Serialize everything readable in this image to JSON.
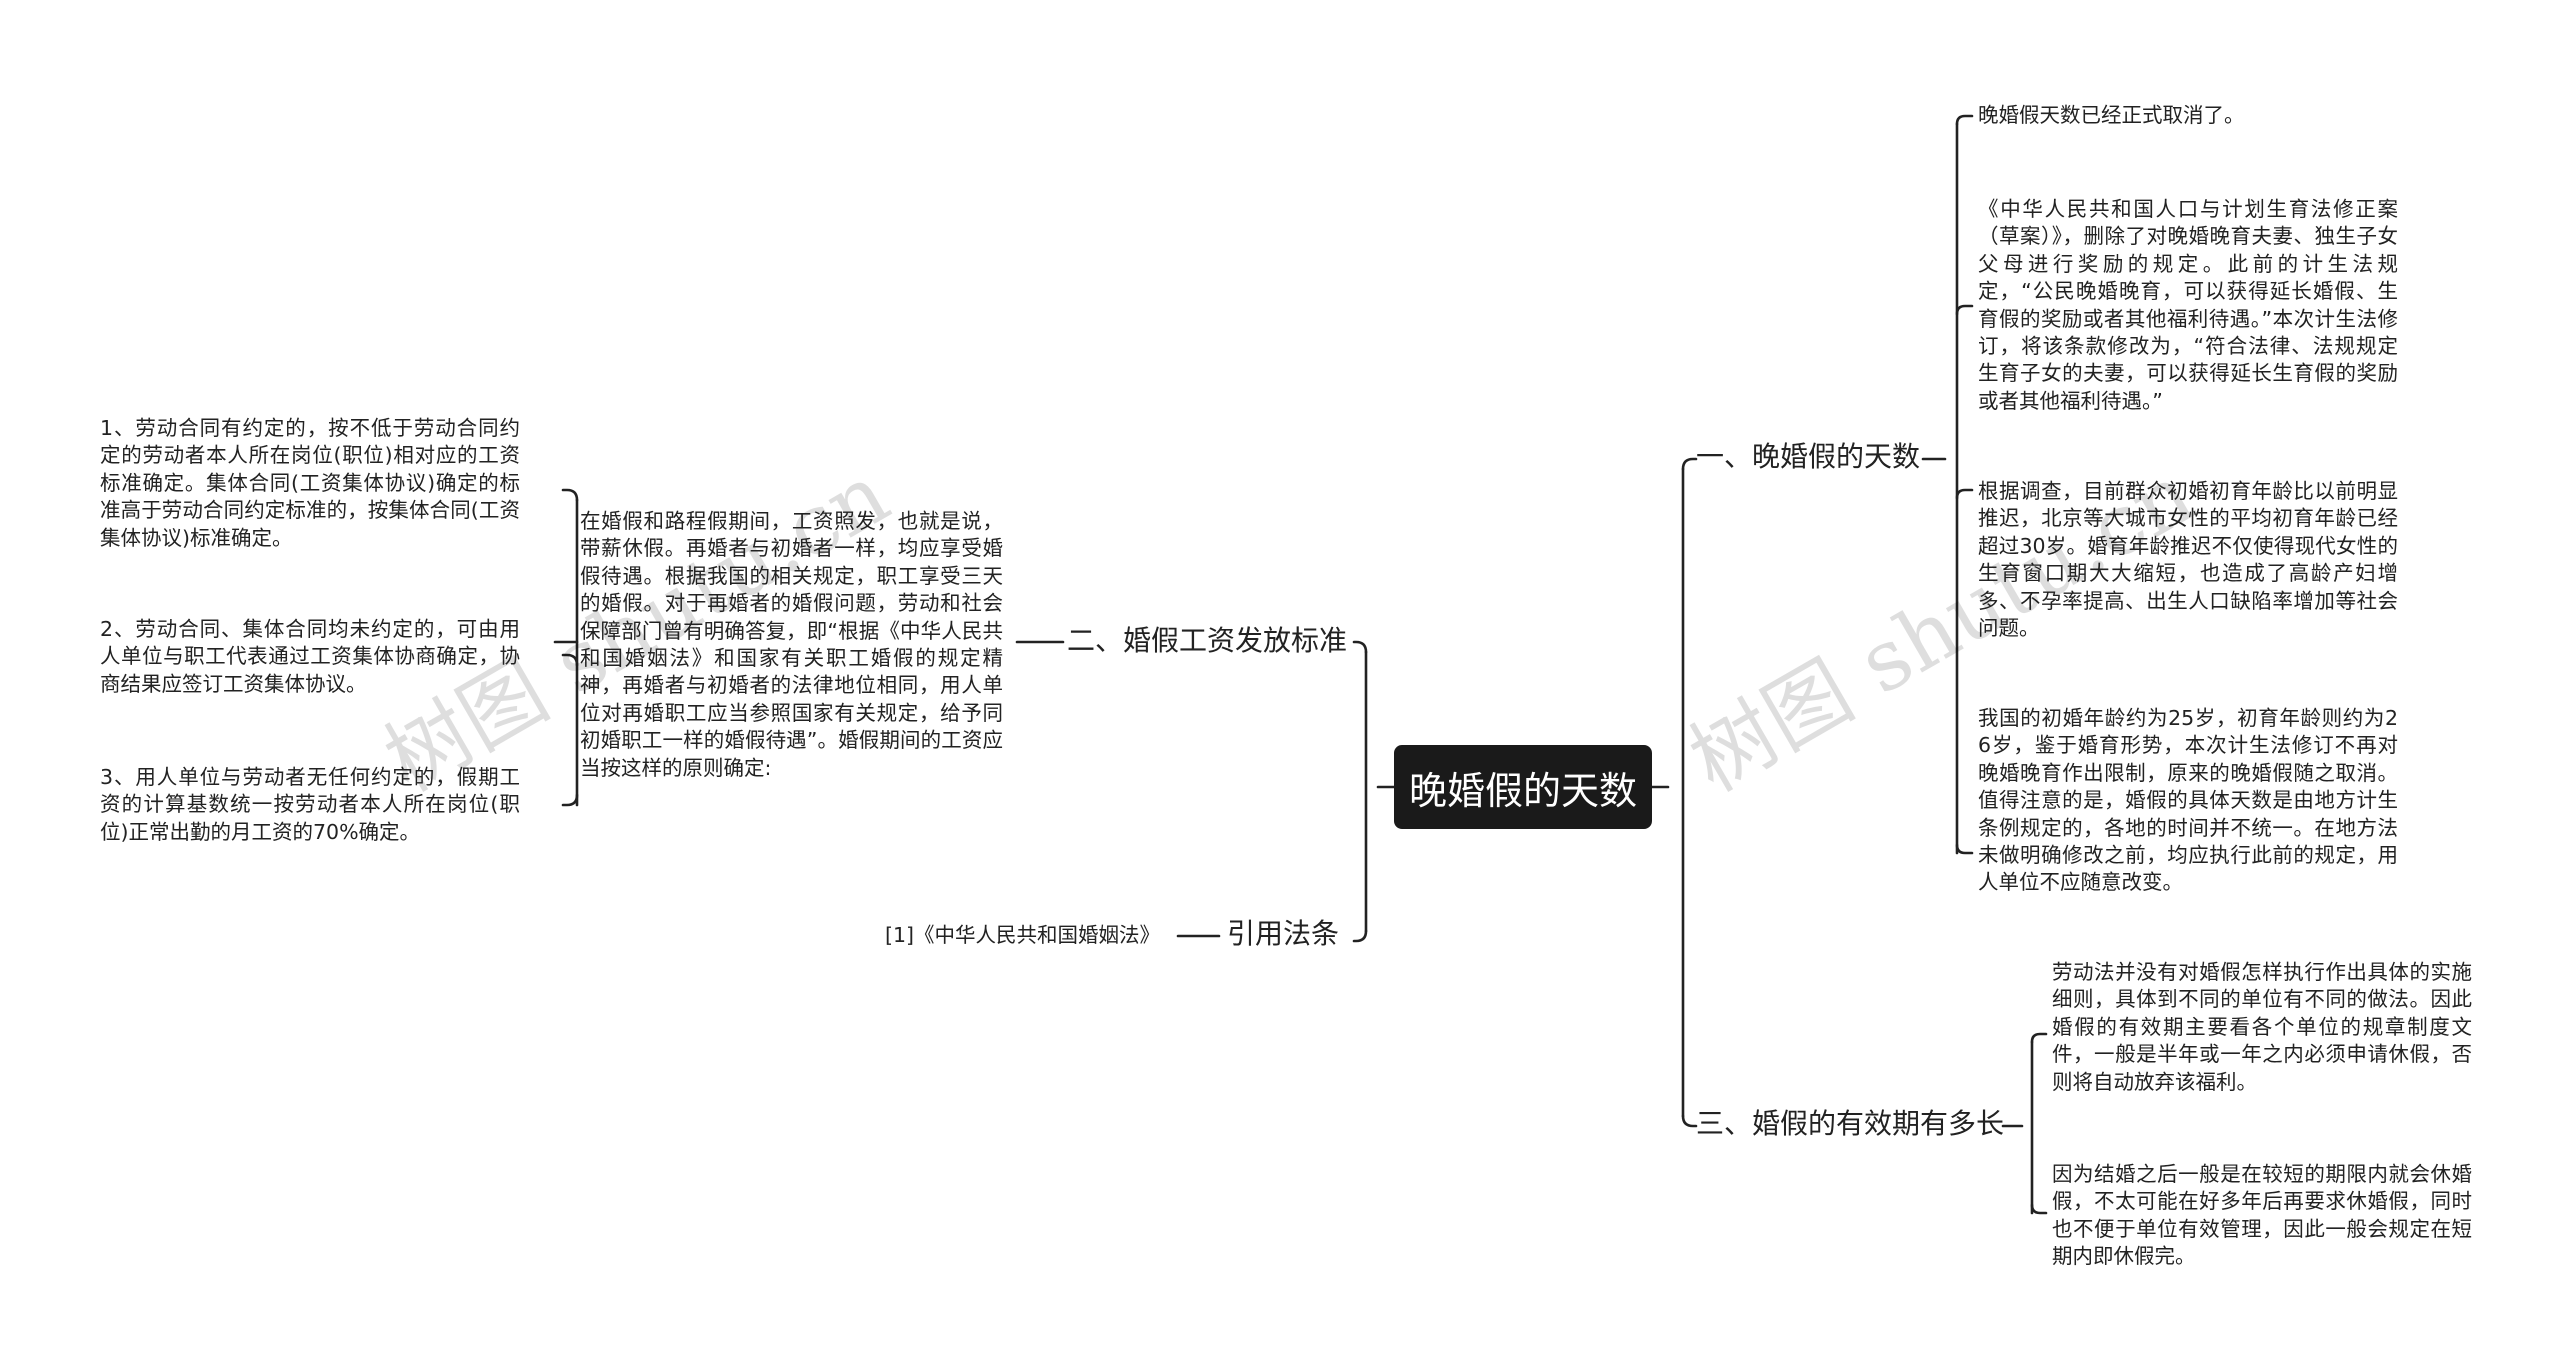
{
  "root": {
    "label": "晚婚假的天数"
  },
  "branches": {
    "b1": {
      "label": "一、晚婚假的天数",
      "items": [
        "晚婚假天数已经正式取消了。",
        "《中华人民共和国人口与计划生育法修正案（草案）》，删除了对晚婚晚育夫妻、独生子女父母进行奖励的规定。此前的计生法规定，“公民晚婚晚育，可以获得延长婚假、生育假的奖励或者其他福利待遇。”本次计生法修订，将该条款修改为，“符合法律、法规规定生育子女的夫妻，可以获得延长生育假的奖励或者其他福利待遇。”",
        "根据调查，目前群众初婚初育年龄比以前明显推迟，北京等大城市女性的平均初育年龄已经超过30岁。婚育年龄推迟不仅使得现代女性的生育窗口期大大缩短，也造成了高龄产妇增多、不孕率提高、出生人口缺陷率增加等社会问题。",
        "我国的初婚年龄约为25岁，初育年龄则约为26岁，鉴于婚育形势，本次计生法修订不再对晚婚晚育作出限制，原来的晚婚假随之取消。值得注意的是，婚假的具体天数是由地方计生条例规定的，各地的时间并不统一。在地方法未做明确修改之前，均应执行此前的规定，用人单位不应随意改变。"
      ]
    },
    "b2": {
      "label": "二、婚假工资发放标准",
      "text": "在婚假和路程假期间，工资照发，也就是说，带薪休假。再婚者与初婚者一样，均应享受婚假待遇。根据我国的相关规定，职工享受三天的婚假。对于再婚者的婚假问题，劳动和社会保障部门曾有明确答复，即“根据《中华人民共和国婚姻法》和国家有关职工婚假的规定精神，再婚者与初婚者的法律地位相同，用人单位对再婚职工应当参照国家有关规定，给予同初婚职工一样的婚假待遇”。婚假期间的工资应当按这样的原则确定:",
      "items": [
        "1、劳动合同有约定的，按不低于劳动合同约定的劳动者本人所在岗位(职位)相对应的工资标准确定。集体合同(工资集体协议)确定的标准高于劳动合同约定标准的，按集体合同(工资集体协议)标准确定。",
        "2、劳动合同、集体合同均未约定的，可由用人单位与职工代表通过工资集体协商确定，协商结果应签订工资集体协议。",
        "3、用人单位与劳动者无任何约定的，假期工资的计算基数统一按劳动者本人所在岗位(职位)正常出勤的月工资的70%确定。"
      ]
    },
    "b3": {
      "label": "三、婚假的有效期有多长",
      "items": [
        "劳动法并没有对婚假怎样执行作出具体的实施细则，具体到不同的单位有不同的做法。因此婚假的有效期主要看各个单位的规章制度文件，一般是半年或一年之内必须申请休假，否则将自动放弃该福利。",
        "因为结婚之后一般是在较短的期限内就会休婚假，不太可能在好多年后再要求休婚假，同时也不便于单位有效管理，因此一般会规定在短期内即休假完。"
      ]
    },
    "b4": {
      "label": "引用法条",
      "items": [
        "[1]《中华人民共和国婚姻法》"
      ]
    }
  },
  "watermark": "树图 shutu.cn",
  "colors": {
    "root_bg": "#1a1a1a",
    "root_text": "#ffffff",
    "line": "#222222"
  }
}
